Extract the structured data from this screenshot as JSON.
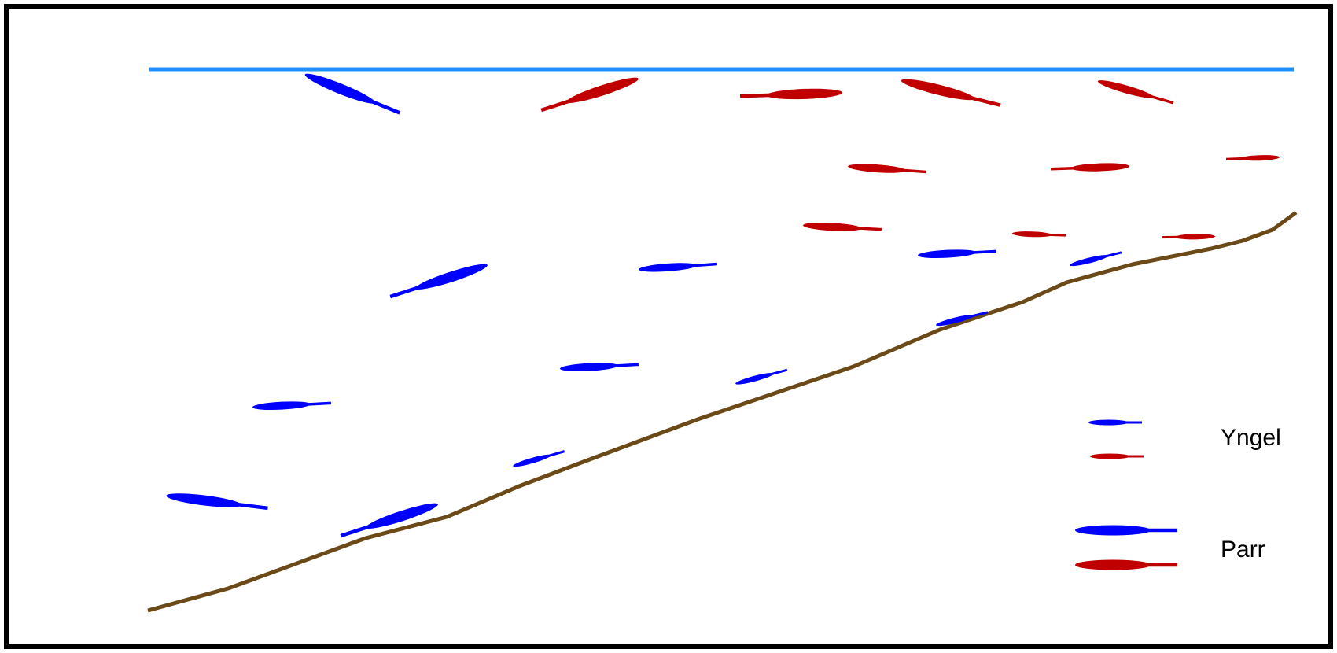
{
  "colors": {
    "border": "#000000",
    "water_surface": "#1e90ff",
    "river_bed": "#6b4a17",
    "blue_fish": "#0000ff",
    "red_fish": "#c00000"
  },
  "legend": {
    "fry_label": "Yngel",
    "parr_label": "Parr"
  },
  "fish": {
    "blue": [
      {
        "kind": "large",
        "direction": "tail-right",
        "tilt": "down"
      },
      {
        "kind": "large",
        "direction": "tail-left",
        "tilt": "up"
      },
      {
        "kind": "medium",
        "direction": "tail-right",
        "tilt": "level"
      },
      {
        "kind": "medium",
        "direction": "tail-right",
        "tilt": "level"
      },
      {
        "kind": "medium",
        "direction": "tail-right",
        "tilt": "level"
      },
      {
        "kind": "medium",
        "direction": "tail-right",
        "tilt": "level"
      },
      {
        "kind": "large",
        "direction": "tail-right",
        "tilt": "down"
      },
      {
        "kind": "large",
        "direction": "tail-left",
        "tilt": "up"
      },
      {
        "kind": "small",
        "direction": "tail-right",
        "tilt": "up"
      },
      {
        "kind": "small",
        "direction": "tail-right",
        "tilt": "up"
      },
      {
        "kind": "small",
        "direction": "tail-right",
        "tilt": "up"
      },
      {
        "kind": "small",
        "direction": "tail-right",
        "tilt": "up"
      }
    ],
    "red": [
      {
        "kind": "large",
        "direction": "tail-left",
        "tilt": "up"
      },
      {
        "kind": "large",
        "direction": "tail-left",
        "tilt": "level"
      },
      {
        "kind": "large",
        "direction": "tail-right",
        "tilt": "down"
      },
      {
        "kind": "medium",
        "direction": "tail-right",
        "tilt": "down"
      },
      {
        "kind": "medium",
        "direction": "tail-right",
        "tilt": "level"
      },
      {
        "kind": "medium",
        "direction": "tail-left",
        "tilt": "level"
      },
      {
        "kind": "small",
        "direction": "tail-left",
        "tilt": "level"
      },
      {
        "kind": "medium",
        "direction": "tail-right",
        "tilt": "level"
      },
      {
        "kind": "small",
        "direction": "tail-right",
        "tilt": "level"
      },
      {
        "kind": "small",
        "direction": "tail-left",
        "tilt": "level"
      }
    ]
  }
}
